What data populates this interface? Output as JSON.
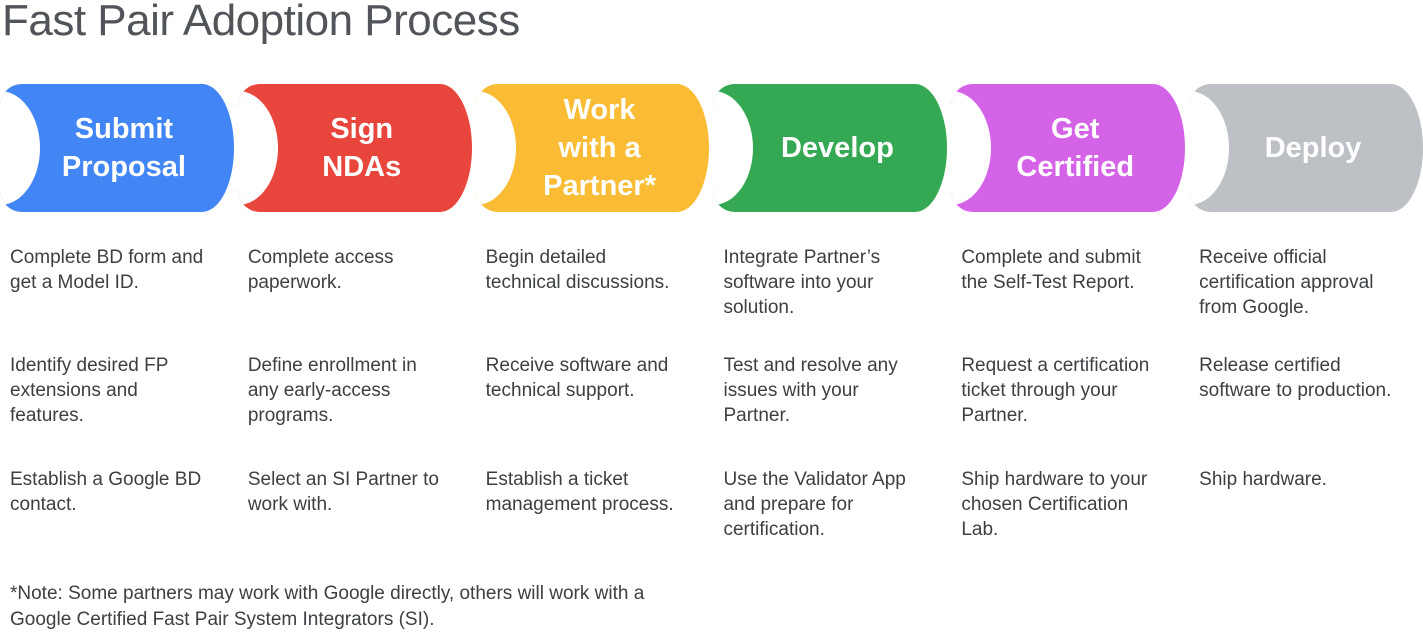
{
  "title": "Fast Pair Adoption Process",
  "colors": {
    "background": "#FFFFFF",
    "title_text": "#515559",
    "body_text": "#3C4043",
    "stage_label_text": "#FFFFFF"
  },
  "stages": [
    {
      "name": "submit-proposal",
      "label": "Submit\nProposal",
      "color": "#4285F4",
      "items": [
        "Complete BD form and get a Model ID.",
        "Identify desired FP extensions and features.",
        "Establish a Google BD contact."
      ]
    },
    {
      "name": "sign-ndas",
      "label": "Sign\nNDAs",
      "color": "#E8463C",
      "items": [
        "Complete access paperwork.",
        "Define enrollment in any early-access programs.",
        "Select an SI Partner to work with."
      ]
    },
    {
      "name": "work-with-a-partner",
      "label": "Work\nwith a\nPartner*",
      "color": "#F9BC34",
      "items": [
        "Begin detailed technical discussions.",
        "Receive software and technical support.",
        "Establish a ticket management process."
      ]
    },
    {
      "name": "develop",
      "label": "Develop",
      "color": "#34A853",
      "items": [
        "Integrate Partner’s software into your solution.",
        "Test and resolve any issues with your Partner.",
        "Use the Validator App and prepare for certification."
      ]
    },
    {
      "name": "get-certified",
      "label": "Get\nCertified",
      "color": "#D563E8",
      "items": [
        "Complete and submit the Self-Test Report.",
        "Request a certification ticket through your Partner.",
        "Ship hardware to your chosen Certification Lab."
      ]
    },
    {
      "name": "deploy",
      "label": "Deploy",
      "color": "#BDC1C6",
      "items": [
        "Receive official certification approval from Google.",
        "Release certified software to production.",
        "Ship hardware."
      ]
    }
  ],
  "footnote": "*Note: Some partners may work with Google directly, others will work with a\nGoogle Certified Fast Pair System Integrators (SI)."
}
